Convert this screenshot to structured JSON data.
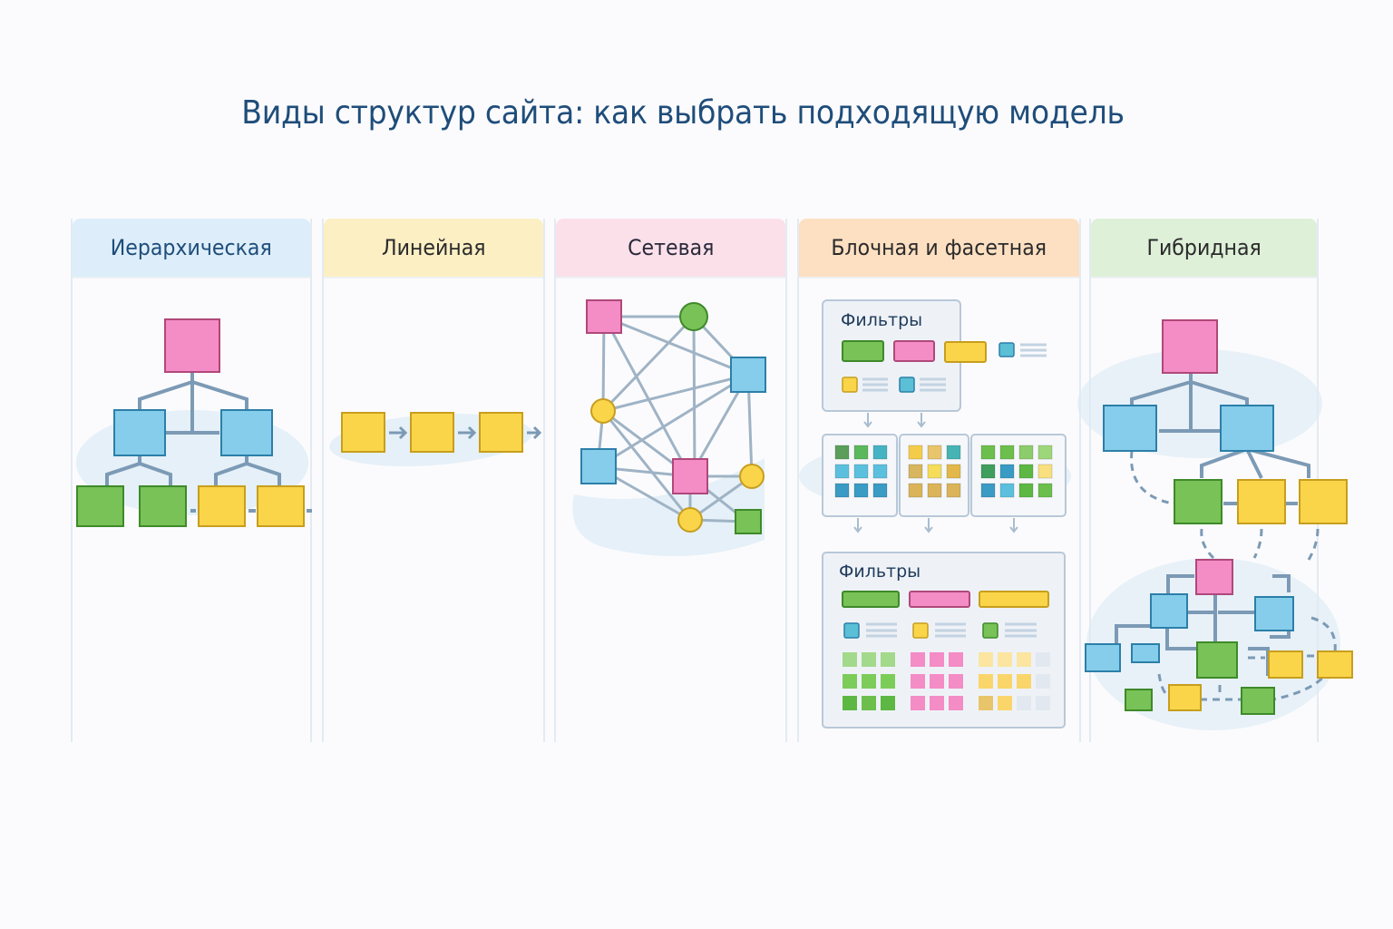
{
  "title": "Виды структур сайта: как выбрать подходящую модель",
  "columns": [
    {
      "id": "hierarchical",
      "label": "Иерархическая",
      "header_color": "#ddeefa"
    },
    {
      "id": "linear",
      "label": "Линейная",
      "header_color": "#fcefc4"
    },
    {
      "id": "network",
      "label": "Сетевая",
      "header_color": "#fbe0ea"
    },
    {
      "id": "block-faceted",
      "label": "Блочная и фасетная",
      "header_color": "#fde0c2"
    },
    {
      "id": "hybrid",
      "label": "Гибридная",
      "header_color": "#def0d8"
    }
  ],
  "facet_panels": {
    "top_filter_label": "Фильтры",
    "bottom_filter_label": "Фильтры"
  },
  "node_colors": {
    "pink": "#f48cc6",
    "blue": "#86cdeb",
    "green": "#78c257",
    "yellow": "#fad54a",
    "connector": "#7c9ab5"
  }
}
